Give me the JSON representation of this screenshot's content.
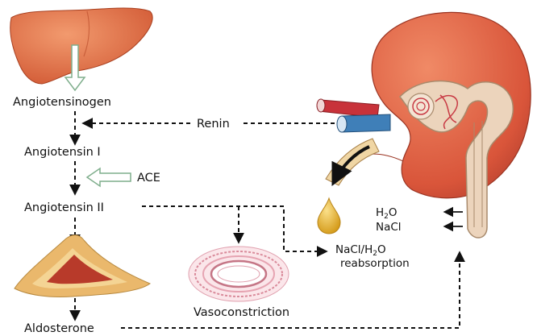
{
  "labels": {
    "angiotensinogen": "Angiotensinogen",
    "renin": "Renin",
    "angiotensin1": "Angiotensin I",
    "ace": "ACE",
    "angiotensin2": "Angiotensin II",
    "h2o_prefix": "H",
    "h2o_sub": "2",
    "h2o_suffix": "O",
    "nacl": "NaCl",
    "reabsorption_line1_prefix": "NaCl/H",
    "reabsorption_line1_sub": "2",
    "reabsorption_line1_suffix": "O",
    "reabsorption_line2": "reabsorption",
    "vasoconstriction": "Vasoconstriction",
    "aldosterone": "Aldosterone"
  },
  "colors": {
    "liver": "#e06a3c",
    "kidney": "#d9553a",
    "adrenal_outer": "#e9b46a",
    "adrenal_inner": "#b83a2a",
    "artery": "#c8323a",
    "vein": "#3f7fb8",
    "nephron": "#e8cdb6",
    "urine": "#e8b830",
    "open_arrow": "#9cc4a8",
    "vessel_ring": "#d98a9a"
  },
  "icons": [
    "liver-illustration",
    "kidney-illustration",
    "adrenal-gland-illustration",
    "blood-vessel-cross-section"
  ]
}
